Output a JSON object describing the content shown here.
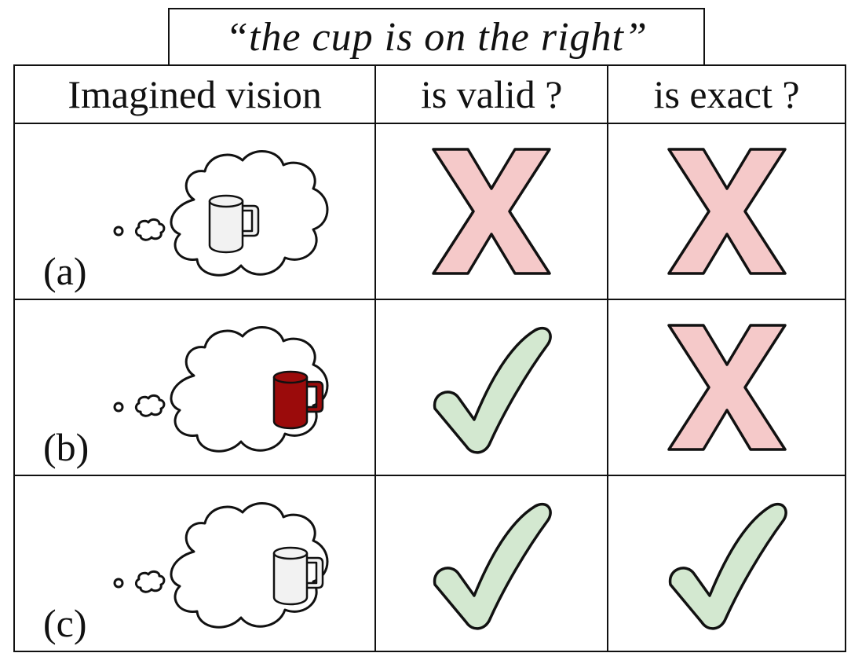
{
  "caption": "“the cup is on the right”",
  "headers": {
    "vision": "Imagined vision",
    "valid": "is valid ?",
    "exact": "is exact ?"
  },
  "rows": [
    {
      "label": "(a)",
      "cup_position": "left",
      "cup_color": "#f2f2f2",
      "is_valid": false,
      "is_exact": false
    },
    {
      "label": "(b)",
      "cup_position": "right",
      "cup_color": "#9b0b0b",
      "is_valid": true,
      "is_exact": false
    },
    {
      "label": "(c)",
      "cup_position": "right",
      "cup_color": "#f2f2f2",
      "is_valid": true,
      "is_exact": true
    }
  ],
  "colors": {
    "cross_fill": "#f5c9c9",
    "check_fill": "#d3e8d0",
    "outline": "#111111"
  },
  "icons": {
    "cross": "cross-icon",
    "check": "check-icon",
    "thought": "thought-cloud-icon",
    "cup": "mug-icon"
  }
}
